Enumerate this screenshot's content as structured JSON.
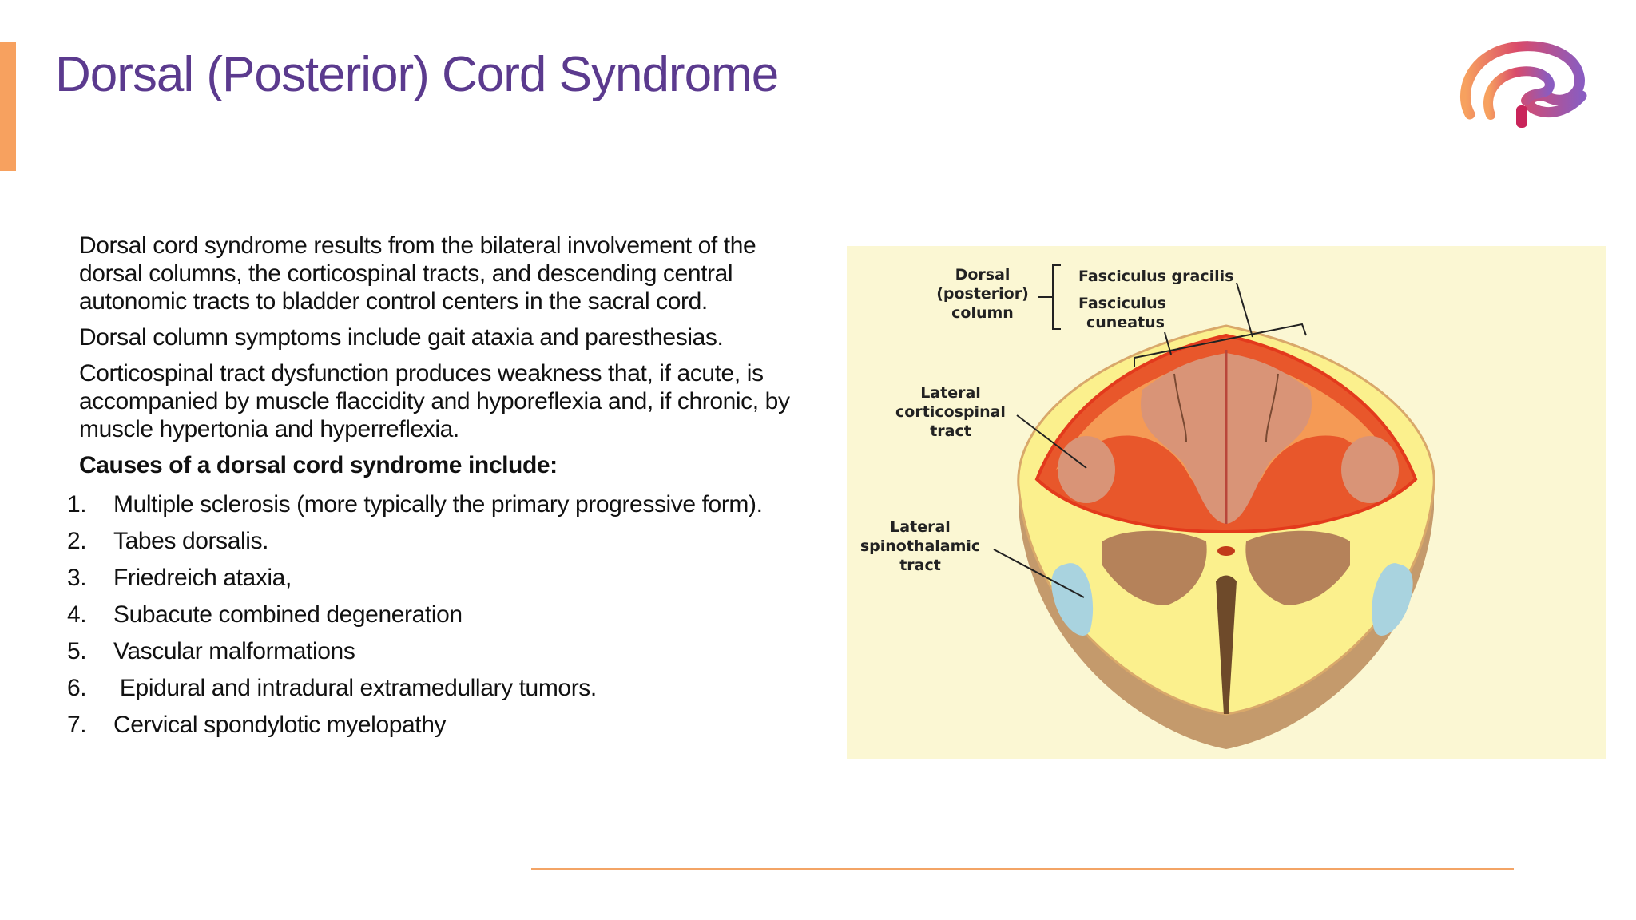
{
  "slide": {
    "title": "Dorsal (Posterior) Cord Syndrome",
    "paragraphs": [
      "Dorsal cord syndrome results from the bilateral involvement of the dorsal columns, the corticospinal tracts, and descending central autonomic tracts to bladder control centers in the sacral cord.",
      "Dorsal column symptoms include gait ataxia and paresthesias.",
      "Corticospinal tract dysfunction produces weakness that, if acute, is accompanied by muscle flaccidity and hyporeflexia and, if chronic, by muscle hypertonia and hyperreflexia."
    ],
    "causes_heading": "Causes of a dorsal cord syndrome include:",
    "causes": [
      {
        "num": "1.",
        "text": "Multiple sclerosis (more typically the primary progressive form)."
      },
      {
        "num": "2.",
        "text": "Tabes dorsalis."
      },
      {
        "num": "3.",
        "text": "Friedreich ataxia,"
      },
      {
        "num": "4.",
        "text": "Subacute combined degeneration"
      },
      {
        "num": "5.",
        "text": "Vascular malformations"
      },
      {
        "num": "6.",
        "text": " Epidural and intradural extramedullary tumors."
      },
      {
        "num": "7.",
        "text": "Cervical spondylotic myelopathy"
      }
    ]
  },
  "figure": {
    "labels": {
      "dorsal_l1": "Dorsal",
      "dorsal_l2": "(posterior)",
      "dorsal_l3": "column",
      "gracilis": "Fasciculus gracilis",
      "cuneatus_l1": "Fasciculus",
      "cuneatus_l2": "cuneatus",
      "lcst_l1": "Lateral",
      "lcst_l2": "corticospinal",
      "lcst_l3": "tract",
      "lst_l1": "Lateral",
      "lst_l2": "spinothalamic",
      "lst_l3": "tract"
    }
  },
  "colors": {
    "title": "#5b3a8e",
    "accent": "#f7a15f",
    "lesion_red": "#e8572b",
    "white_matter": "#fbf08d",
    "gray_matter": "#b5825a",
    "spinothalamic": "#a9d3df"
  }
}
